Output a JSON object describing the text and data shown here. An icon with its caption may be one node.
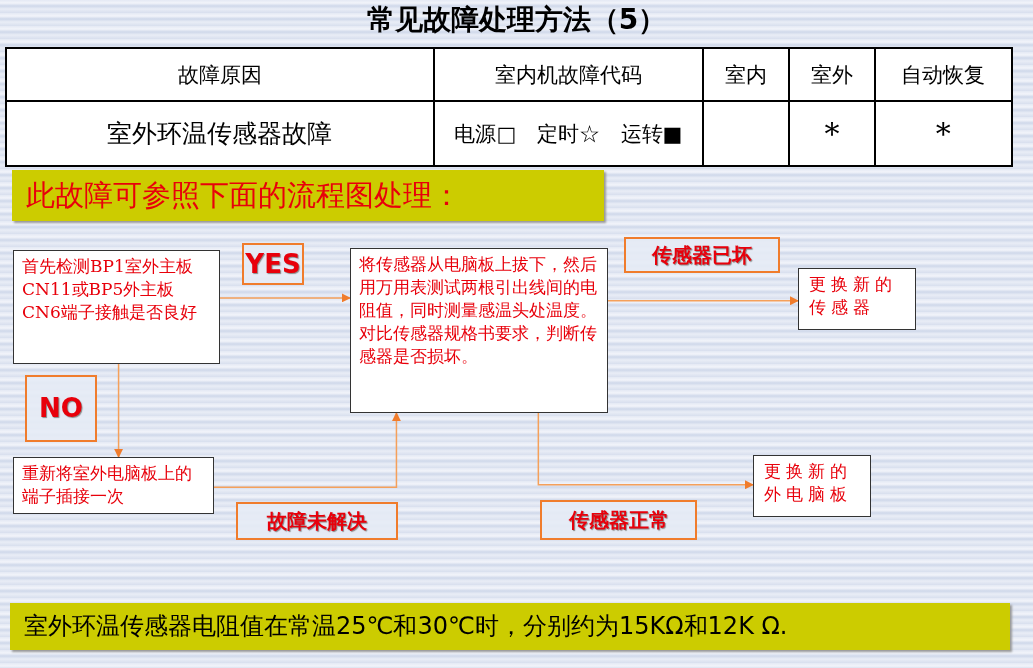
{
  "diagram": {
    "title": "常见故障处理方法（5）",
    "nodes": [
      {
        "text": [
          "首先检测BP1室外主板CN11或BP5外主板CN6端子接触是否良好"
        ]
      },
      {
        "text": [
          "将传感器从电脑板上拔下，然后用万用表测试两根引出线间的电阻值，同时测量感温头处温度。对比传感器规格书要求，判断传感器是否损坏。"
        ]
      },
      {
        "text": [
          "更换新的传感器"
        ]
      },
      {
        "text": [
          "重新将室外电脑板上的端子插接一次"
        ]
      },
      {
        "text": [
          "更换新的外电脑板"
        ]
      }
    ],
    "edges": [
      {
        "from": 0,
        "to": 1,
        "arrow": "to",
        "label": "YES"
      },
      {
        "from": 0,
        "to": 3,
        "arrow": "to",
        "label": "NO"
      },
      {
        "from": 1,
        "to": 2,
        "arrow": "to",
        "label": "传感器已坏"
      },
      {
        "from": 3,
        "to": 1,
        "arrow": "to",
        "label": "故障未解决"
      },
      {
        "from": 1,
        "to": 4,
        "arrow": "to",
        "label": "传感器正常"
      }
    ],
    "labels": [
      "故障原因",
      "室内机故障代码",
      "室内",
      "室外",
      "自动恢复",
      "室外环温传感器故障",
      "电源□ 定时☆ 运转■",
      "*",
      "*",
      "此故障可参照下面的流程图处理：",
      "室外环温传感器电阻值在常温25℃和30℃时，分别约为15KΩ和12K Ω."
    ]
  }
}
